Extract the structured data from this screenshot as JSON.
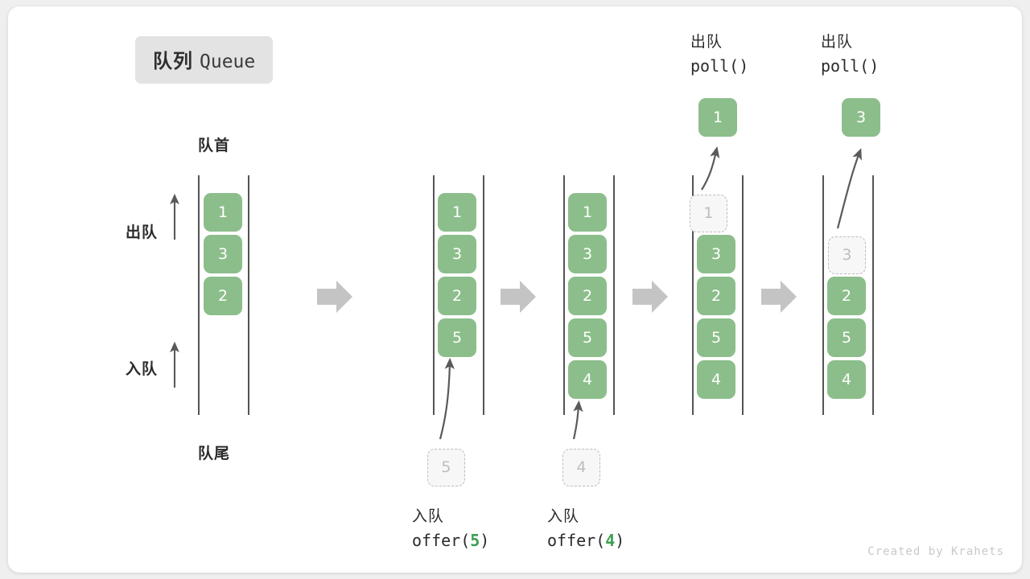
{
  "title": {
    "cn": "队列",
    "en": "Queue",
    "badge_bg": "#e3e3e3"
  },
  "colors": {
    "box_fill": "#8cbe8b",
    "box_text": "#ffffff",
    "ghost_fill": "#f7f7f7",
    "ghost_border": "#bdbdbd",
    "ghost_text": "#bdbdbd",
    "rail": "#555555",
    "step_arrow": "#c4c4c4",
    "thin_arrow": "#5a5a5a",
    "accent_code": "#3f9e52",
    "card_bg": "#ffffff",
    "page_bg": "#efefef"
  },
  "labels": {
    "head": "队首",
    "tail": "队尾",
    "dequeue": "出队",
    "enqueue": "入队"
  },
  "watermark": "Created by Krahets",
  "chart_data": {
    "type": "diagram",
    "title": "队列 Queue",
    "description": "Queue operations: offer(5), offer(4), poll(), poll()",
    "steps": [
      {
        "id": "state-0",
        "caption_cn": "",
        "caption_code": "",
        "items": [
          "1",
          "3",
          "2"
        ],
        "ghost_index": -1,
        "incoming": null,
        "ejected": null
      },
      {
        "id": "state-1-offer-5",
        "caption_cn": "入队",
        "caption_code": "offer(5)",
        "caption_arg": "5",
        "items": [
          "1",
          "3",
          "2",
          "5"
        ],
        "ghost_index": -1,
        "incoming": "5",
        "ejected": null
      },
      {
        "id": "state-2-offer-4",
        "caption_cn": "入队",
        "caption_code": "offer(4)",
        "caption_arg": "4",
        "items": [
          "1",
          "3",
          "2",
          "5",
          "4"
        ],
        "ghost_index": -1,
        "incoming": "4",
        "ejected": null
      },
      {
        "id": "state-3-poll",
        "caption_cn": "出队",
        "caption_code": "poll()",
        "caption_arg": "",
        "items": [
          "1",
          "3",
          "2",
          "5",
          "4"
        ],
        "ghost_index": 0,
        "incoming": null,
        "ejected": "1"
      },
      {
        "id": "state-4-poll",
        "caption_cn": "出队",
        "caption_code": "poll()",
        "caption_arg": "",
        "items": [
          "3",
          "2",
          "5",
          "4"
        ],
        "ghost_index": 0,
        "incoming": null,
        "ejected": "3"
      }
    ]
  },
  "queues": {
    "q0": {
      "cells": [
        {
          "value": "1",
          "ghost": false
        },
        {
          "value": "3",
          "ghost": false
        },
        {
          "value": "2",
          "ghost": false
        }
      ]
    },
    "q1": {
      "cells": [
        {
          "value": "1",
          "ghost": false
        },
        {
          "value": "3",
          "ghost": false
        },
        {
          "value": "2",
          "ghost": false
        },
        {
          "value": "5",
          "ghost": false
        }
      ],
      "incoming": "5",
      "caption_cn": "入队",
      "caption_code_pre": "offer(",
      "caption_code_arg": "5",
      "caption_code_post": ")"
    },
    "q2": {
      "cells": [
        {
          "value": "1",
          "ghost": false
        },
        {
          "value": "3",
          "ghost": false
        },
        {
          "value": "2",
          "ghost": false
        },
        {
          "value": "5",
          "ghost": false
        },
        {
          "value": "4",
          "ghost": false
        }
      ],
      "incoming": "4",
      "caption_cn": "入队",
      "caption_code_pre": "offer(",
      "caption_code_arg": "4",
      "caption_code_post": ")"
    },
    "q3": {
      "cells": [
        {
          "value": "1",
          "ghost": true
        },
        {
          "value": "3",
          "ghost": false
        },
        {
          "value": "2",
          "ghost": false
        },
        {
          "value": "5",
          "ghost": false
        },
        {
          "value": "4",
          "ghost": false
        }
      ],
      "ejected": "1",
      "caption_cn": "出队",
      "caption_code": "poll()"
    },
    "q4": {
      "cells": [
        {
          "value": "3",
          "ghost": true
        },
        {
          "value": "2",
          "ghost": false
        },
        {
          "value": "5",
          "ghost": false
        },
        {
          "value": "4",
          "ghost": false
        }
      ],
      "ejected": "3",
      "caption_cn": "出队",
      "caption_code": "poll()"
    }
  }
}
